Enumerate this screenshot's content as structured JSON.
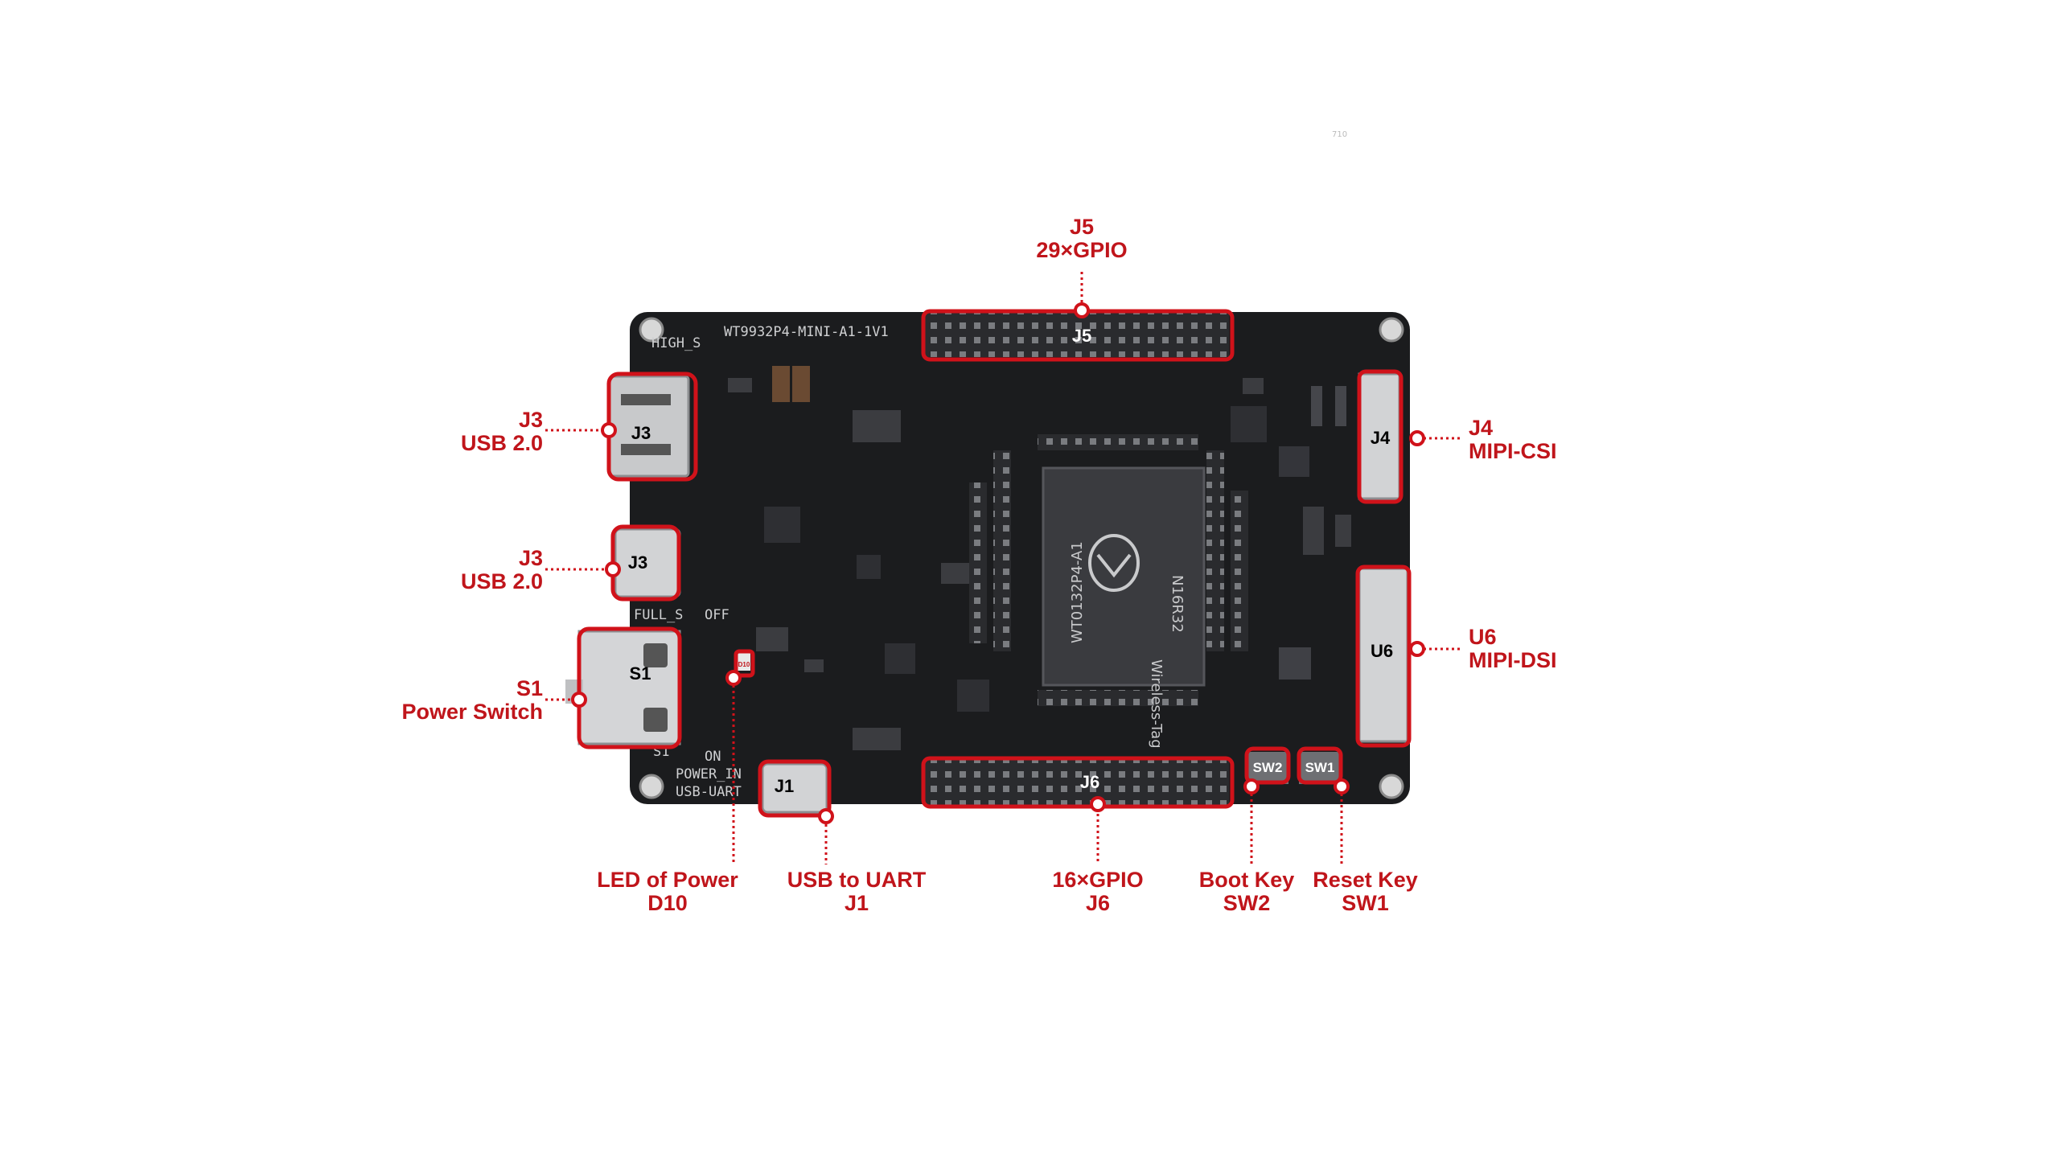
{
  "board": {
    "silkscreen_name": "WT9932P4-MINI-A1-1V1",
    "silk_high": "HIGH_S",
    "silk_full": "FULL_S",
    "silk_off": "OFF",
    "silk_on": "ON",
    "silk_power_in": "POWER_IN",
    "silk_usb_uart": "USB-UART",
    "silk_s1": "S1",
    "chip_line1": "WT0132P4-A1",
    "chip_line2": "Wireless-Tag",
    "chip_line3": "N16R32",
    "tiny_mark": "710"
  },
  "callouts": {
    "j5": {
      "line1": "J5",
      "line2": "29×GPIO",
      "box": "J5"
    },
    "j3_top": {
      "line1": "J3",
      "line2": "USB 2.0",
      "box": "J3"
    },
    "j3_bottom": {
      "line1": "J3",
      "line2": "USB 2.0",
      "box": "J3"
    },
    "s1": {
      "line1": "S1",
      "line2": "Power Switch",
      "box": "S1"
    },
    "j4": {
      "line1": "J4",
      "line2": "MIPI-CSI",
      "box": "J4"
    },
    "u6": {
      "line1": "U6",
      "line2": "MIPI-DSI",
      "box": "U6"
    },
    "d10": {
      "line1": "LED of Power",
      "line2": "D10",
      "box": "D10"
    },
    "j1": {
      "line1": "USB to UART",
      "line2": "J1",
      "box": "J1"
    },
    "j6": {
      "line1": "16×GPIO",
      "line2": "J6",
      "box": "J6"
    },
    "sw2": {
      "line1": "Boot Key",
      "line2": "SW2",
      "box": "SW2"
    },
    "sw1": {
      "line1": "Reset Key",
      "line2": "SW1",
      "box": "SW1"
    }
  },
  "colors": {
    "accent": "#d0121a",
    "label": "#c0151b",
    "pcb": "#1b1c1e"
  }
}
